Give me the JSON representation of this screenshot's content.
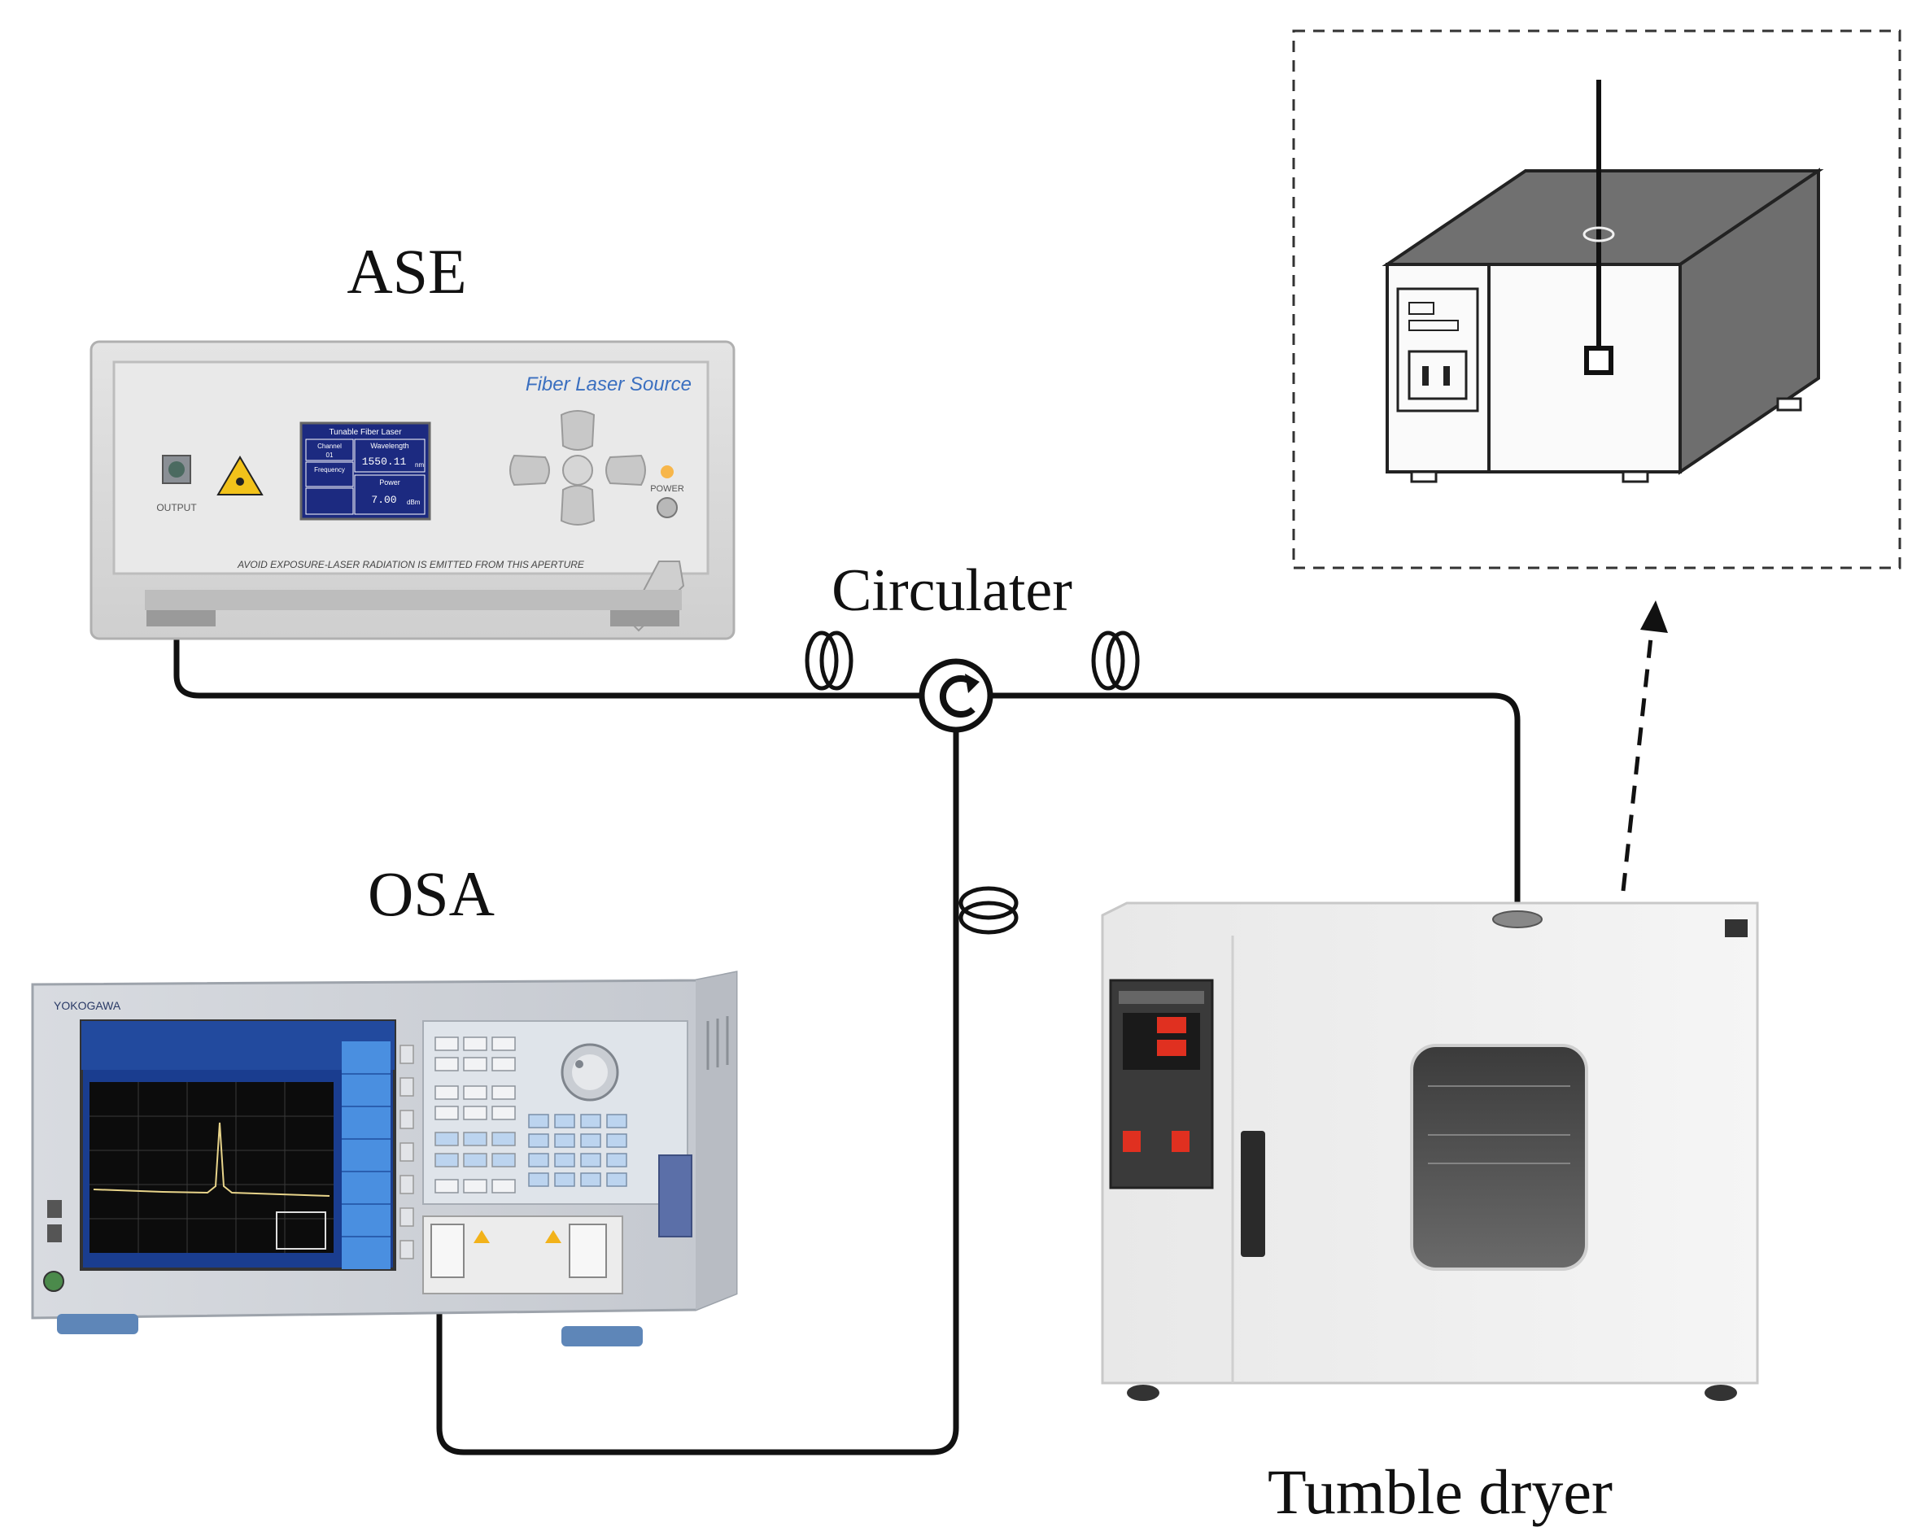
{
  "labels": {
    "ase": "ASE",
    "osa": "OSA",
    "circulator": "Circulater",
    "dryer": "Tumble dryer"
  },
  "ase_device": {
    "brand_text": "Fiber Laser Source",
    "screen_title": "Tunable Fiber Laser",
    "channel_label": "Channel",
    "channel_value": "01",
    "frequency_label": "Frequency",
    "wavelength_label": "Wavelength",
    "wavelength_value": "1550.11",
    "wavelength_unit": "nm",
    "power_label": "Power",
    "power_value": "7.00",
    "power_unit": "dBm",
    "output_label": "OUTPUT",
    "power_key_label": "POWER",
    "warning_text": "AVOID EXPOSURE-LASER RADIATION IS EMITTED FROM THIS APERTURE"
  },
  "osa_device": {
    "brand_text": "YOKOGAWA"
  },
  "colors": {
    "fiber": "#111111",
    "osa_screen": "#1a3d8f",
    "osa_accent": "#4a8fe0",
    "dryer_body": "#ededed",
    "dryer_indicator": "#e03020",
    "box_top": "#707070"
  }
}
